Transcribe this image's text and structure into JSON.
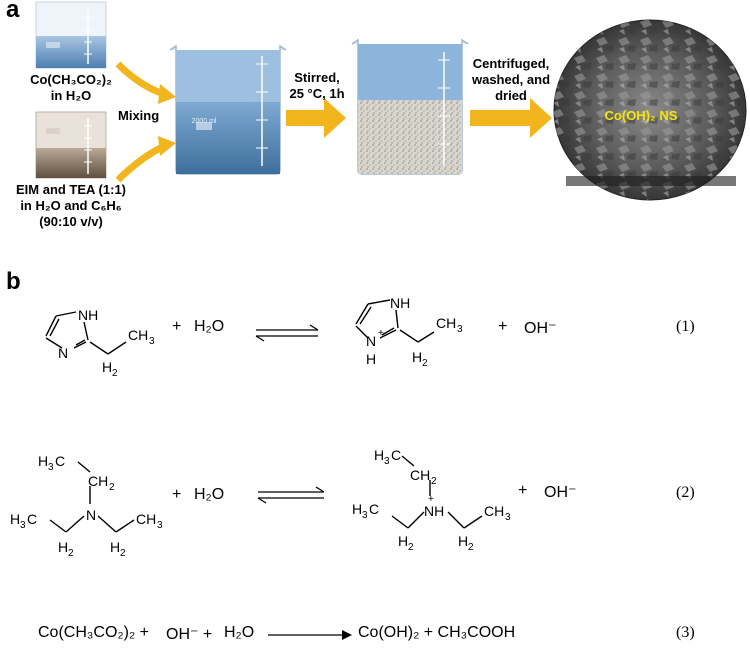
{
  "panel_a": {
    "letter": "a",
    "beaker1_label_line1": "Co(CH₃CO₂)₂",
    "beaker1_label_line2": "in H₂O",
    "beaker2_label_line1": "EIM and TEA (1:1)",
    "beaker2_label_line2": "in H₂O and C₆H₆",
    "beaker2_label_line3": "(90:10 v/v)",
    "mixing": "Mixing",
    "step1_line1": "Stirred,",
    "step1_line2": "25 °C, 1h",
    "step2_line1": "Centrifuged,",
    "step2_line2": "washed, and",
    "step2_line3": "dried",
    "product": "Co(OH)₂ NS",
    "beaker_volume_label": "2000 ml",
    "colors": {
      "arrow": "#f2b51e",
      "product_text": "#f5e600",
      "beaker_blue": "#5b8fc0",
      "beaker_brown": "#6b5a48"
    }
  },
  "panel_b": {
    "letter": "b",
    "eq1": {
      "plus1": "+",
      "water": "H₂O",
      "plus2": "+",
      "hydroxide": "OH⁻",
      "number": "(1)"
    },
    "eq2": {
      "plus1": "+",
      "water": "H₂O",
      "plus2": "+",
      "hydroxide": "OH⁻",
      "number": "(2)"
    },
    "eq3": {
      "reactant1": "Co(CH₃CO₂)₂ +",
      "reactant2": "OH⁻ +",
      "reactant3": "H₂O",
      "products": "Co(OH)₂ + CH₃COOH",
      "number": "(3)"
    },
    "atoms": {
      "nh": "NH",
      "n": "N",
      "h": "H",
      "plus": "+",
      "ch3": "CH₃",
      "h2": "H₂",
      "h3c": "H₃C",
      "ch2": "CH₂",
      "nh_plus": "NH"
    }
  }
}
